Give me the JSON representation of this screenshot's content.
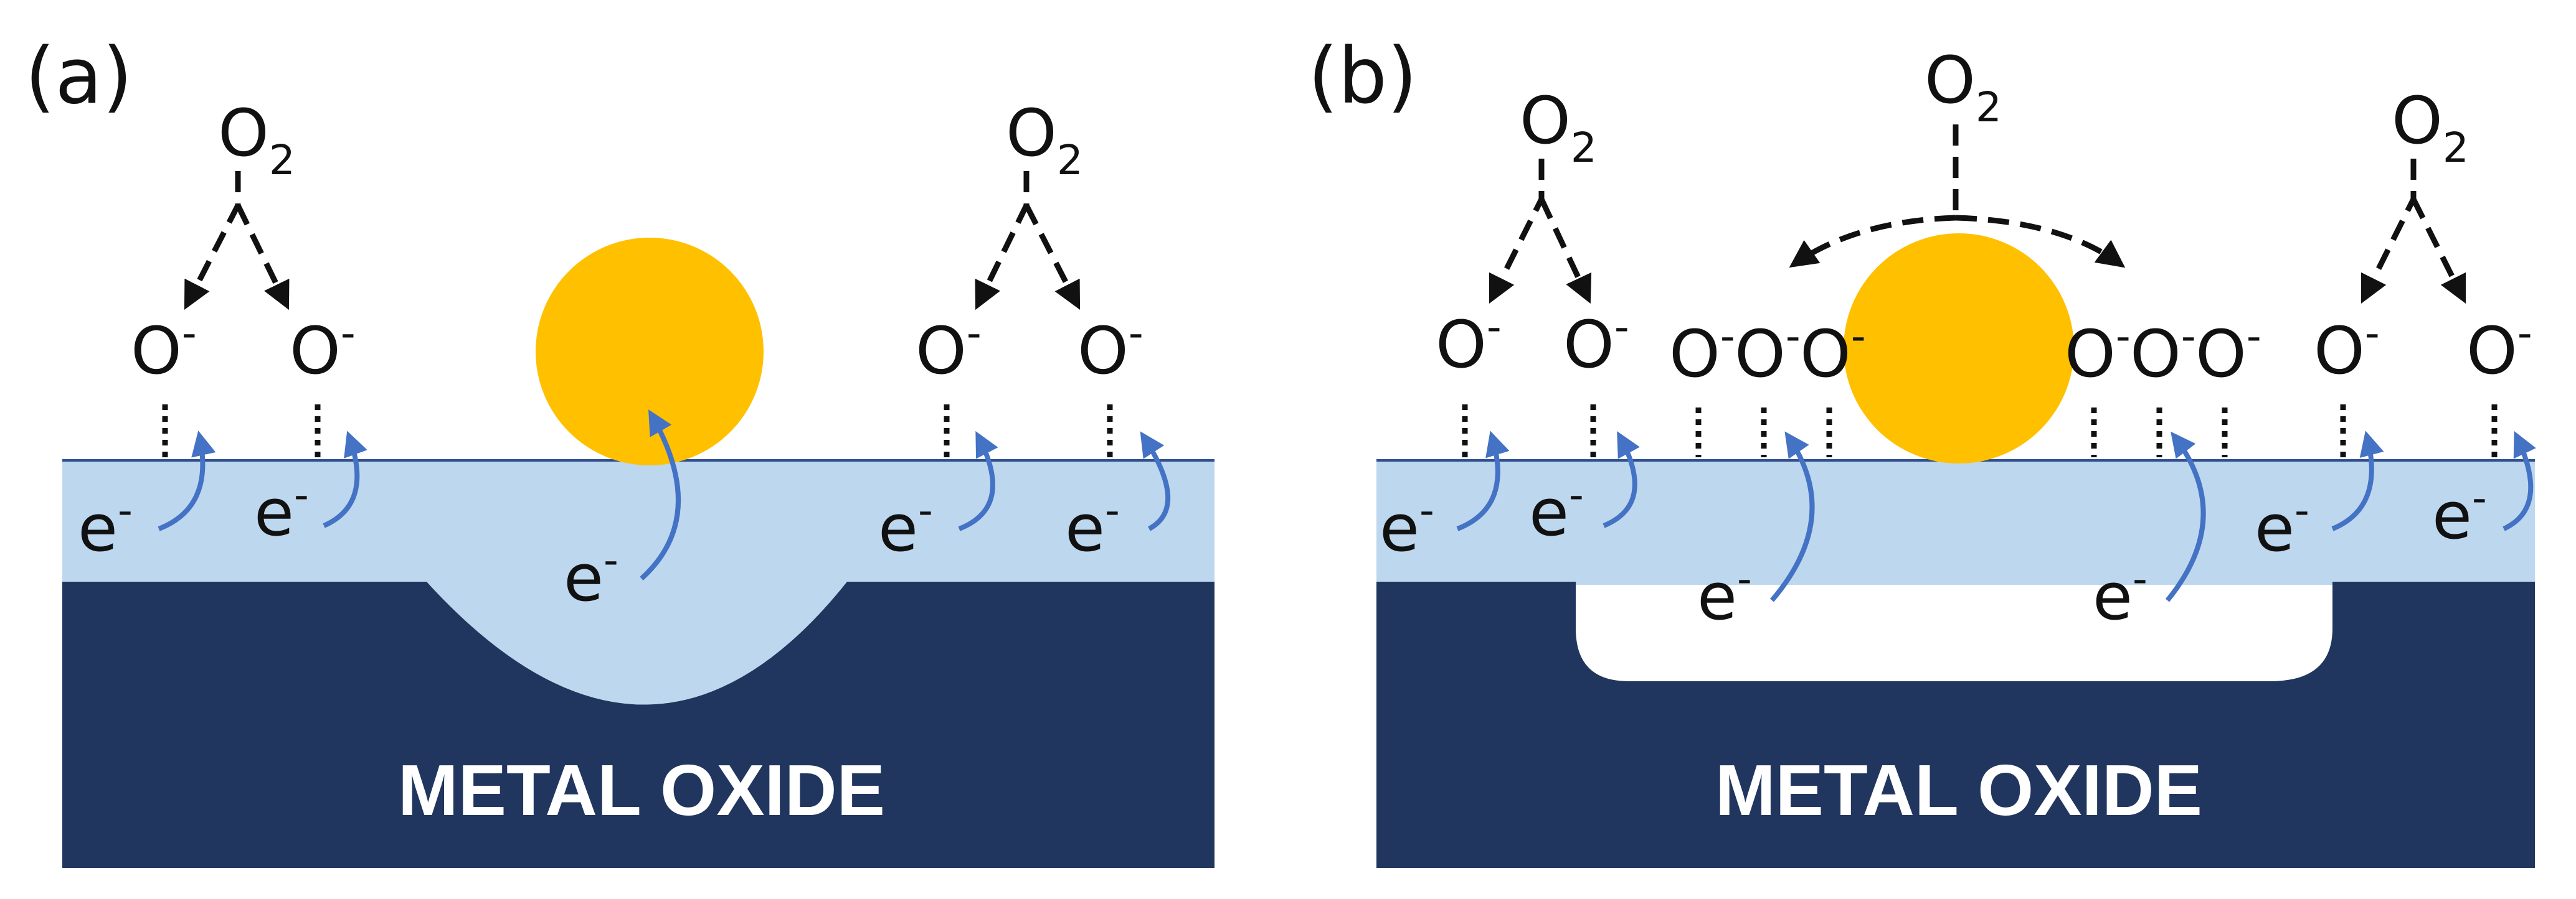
{
  "colors": {
    "oxide_bulk": "#21365f",
    "depletion_layer": "#bdd7ee",
    "surface_line": "#2f4f8f",
    "particle": "#ffc000",
    "electron_arrow": "#4472c4",
    "text": "#111111",
    "oxide_label": "#ffffff"
  },
  "panel_a": {
    "label": "(a)",
    "material_label": "METAL OXIDE",
    "o2_base": "O",
    "o2_sub": "2",
    "o_base": "O",
    "o_sup": "-",
    "e_base": "e",
    "e_sup": "-"
  },
  "panel_b": {
    "label": "(b)",
    "material_label": "METAL OXIDE",
    "o2_base": "O",
    "o2_sub": "2",
    "o_base": "O",
    "o_sup": "-",
    "e_base": "e",
    "e_sup": "-"
  }
}
